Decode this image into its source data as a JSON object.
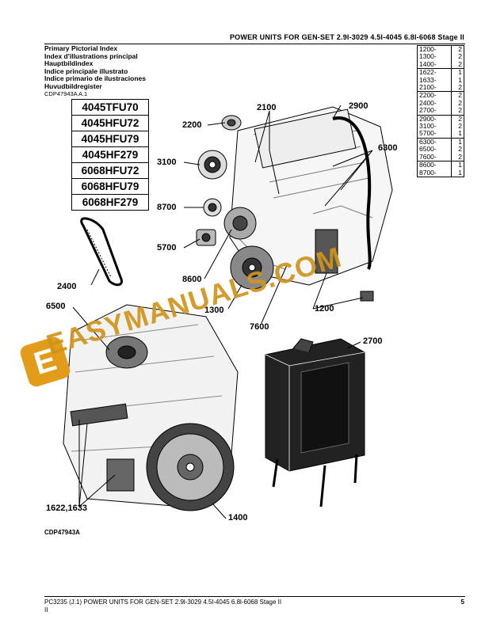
{
  "header": {
    "title": "POWER UNITS FOR GEN-SET 2.9l-3029 4.5l-4045 6.8l-6068 Stage II"
  },
  "index_titles": [
    "Primary Pictorial Index",
    "Index d'illustrations principal",
    "Hauptbildindex",
    "Indice principale illustrato",
    "Indice primario de ilustraciones",
    "Huvudbildregister"
  ],
  "figure_ref_top": "CDP47943A A.1",
  "ref_table": [
    {
      "ref": "1200-",
      "count": "2",
      "group_start": true
    },
    {
      "ref": "1300-",
      "count": "2",
      "group_start": false
    },
    {
      "ref": "1400-",
      "count": "2",
      "group_start": false
    },
    {
      "ref": "1622-",
      "count": "1",
      "group_start": true
    },
    {
      "ref": "1633-",
      "count": "1",
      "group_start": false
    },
    {
      "ref": "2100-",
      "count": "2",
      "group_start": false
    },
    {
      "ref": "2200-",
      "count": "2",
      "group_start": true
    },
    {
      "ref": "2400-",
      "count": "2",
      "group_start": false
    },
    {
      "ref": "2700-",
      "count": "2",
      "group_start": false
    },
    {
      "ref": "2900-",
      "count": "2",
      "group_start": true
    },
    {
      "ref": "3100-",
      "count": "2",
      "group_start": false
    },
    {
      "ref": "5700-",
      "count": "1",
      "group_start": false
    },
    {
      "ref": "6300-",
      "count": "1",
      "group_start": true
    },
    {
      "ref": "6500-",
      "count": "2",
      "group_start": false
    },
    {
      "ref": "7600-",
      "count": "2",
      "group_start": false
    },
    {
      "ref": "8600-",
      "count": "1",
      "group_start": true
    },
    {
      "ref": "8700-",
      "count": "1",
      "group_start": false
    }
  ],
  "models": [
    "4045TFU70",
    "4045HFU72",
    "4045HFU79",
    "4045HF279",
    "6068HFU72",
    "6068HFU79",
    "6068HF279"
  ],
  "callouts": {
    "c2100": "2100",
    "c2900": "2900",
    "c2200": "2200",
    "c6300": "6300",
    "c3100": "3100",
    "c8700": "8700",
    "c5700": "5700",
    "c8600": "8600",
    "c2400": "2400",
    "c1300": "1300",
    "c1200": "1200",
    "c7600": "7600",
    "c6500": "6500",
    "c2700": "2700",
    "c1622": "1622,1633",
    "c1400": "1400"
  },
  "figure_ref_bottom": "CDP47943A",
  "watermark": {
    "text": "EASYMANUALS.COM",
    "badge": "E"
  },
  "footer": {
    "left": "PC3235   (J.1)    POWER UNITS FOR GEN-SET 2.9l-3029 4.5l-4045 6.8l-6068 Stage II",
    "sub": "II",
    "page": "5"
  },
  "colors": {
    "watermark": "#d0941c",
    "badge": "#e39b1a"
  }
}
